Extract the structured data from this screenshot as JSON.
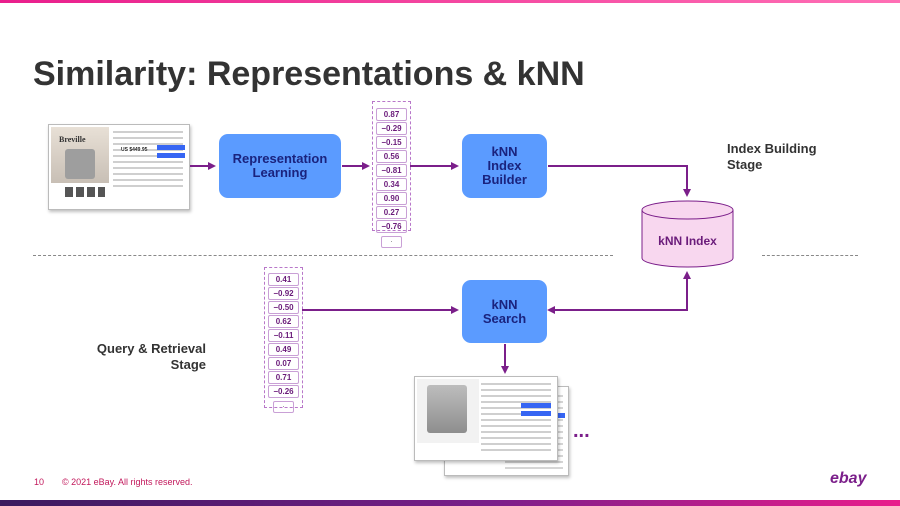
{
  "slide": {
    "title": "Similarity: Representations & kNN",
    "page_number": "10",
    "copyright": "© 2021 eBay. All rights reserved.",
    "logo": "ebay"
  },
  "colors": {
    "box_fill": "#5b9bff",
    "box_text": "#1a237e",
    "arrow": "#7b1f8a",
    "db_fill": "#f8d7ef",
    "accent_pink": "#e91e8c"
  },
  "boxes": {
    "representation_learning": "Representation\nLearning",
    "knn_index_builder": "kNN\nIndex\nBuilder",
    "knn_search": "kNN\nSearch",
    "knn_index": "kNN Index"
  },
  "stages": {
    "index_building": "Index Building\nStage",
    "query_retrieval": "Query & Retrieval\nStage"
  },
  "vectors": {
    "index": [
      "0.87",
      "−0.29",
      "−0.15",
      "0.56",
      "−0.81",
      "0.34",
      "0.90",
      "0.27",
      "−0.76",
      "·"
    ],
    "query": [
      "0.41",
      "−0.92",
      "−0.50",
      "0.62",
      "−0.11",
      "0.49",
      "0.07",
      "0.71",
      "−0.26",
      "·"
    ]
  },
  "product_image": {
    "brand_text": "Breville",
    "price_text": "US $449.95"
  },
  "results_more": "..."
}
